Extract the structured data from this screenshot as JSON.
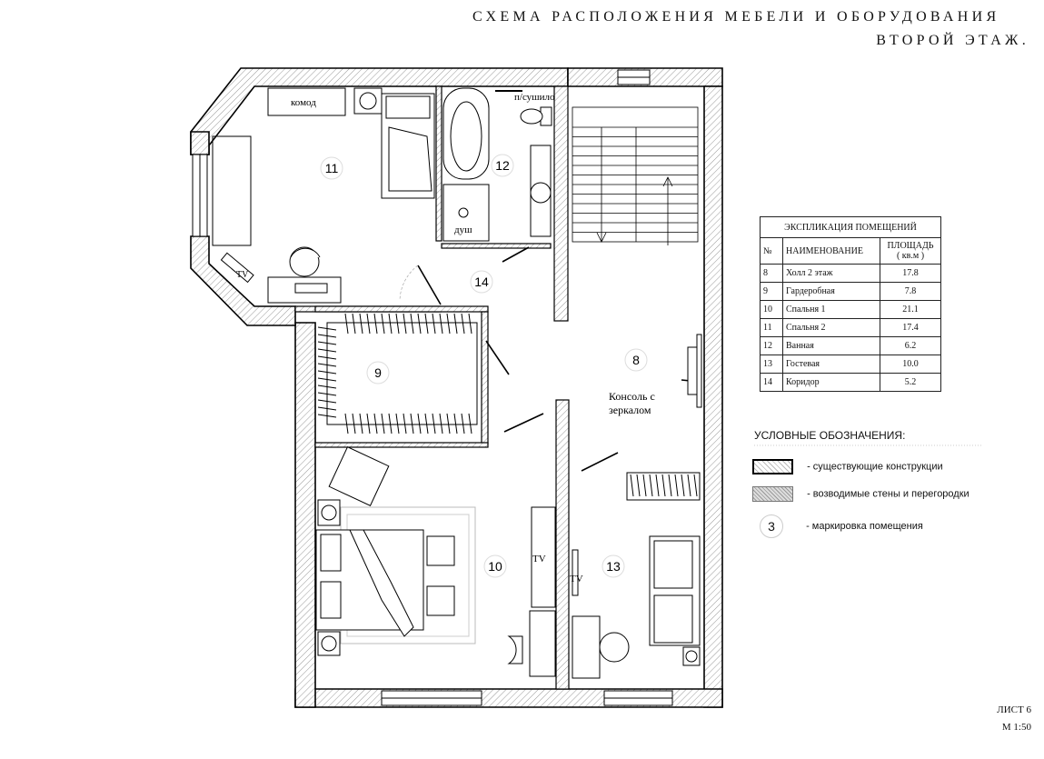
{
  "header": {
    "title_line1": "СХЕМА РАСПОЛОЖЕНИЯ МЕБЕЛИ И ОБОРУДОВАНИЯ",
    "title_line2": "ВТОРОЙ ЭТАЖ."
  },
  "plan": {
    "rooms": [
      {
        "number": "8"
      },
      {
        "number": "9"
      },
      {
        "number": "10"
      },
      {
        "number": "11"
      },
      {
        "number": "12"
      },
      {
        "number": "13"
      },
      {
        "number": "14"
      }
    ],
    "labels": {
      "dresser": "комод",
      "towel_dryer": "п/сушило",
      "shower": "душ",
      "tv": "TV",
      "console_line1": "Консоль с",
      "console_line2": "зеркалом"
    }
  },
  "explication": {
    "title": "ЭКСПЛИКАЦИЯ ПОМЕЩЕНИЙ",
    "col_number": "№",
    "col_name": "НАИМЕНОВАНИЕ",
    "col_area_line1": "ПЛОЩАДЬ",
    "col_area_line2": "( кв.м )",
    "rows": [
      {
        "num": "8",
        "name": "Холл 2 этаж",
        "area": "17.8"
      },
      {
        "num": "9",
        "name": "Гардеробная",
        "area": "7.8"
      },
      {
        "num": "10",
        "name": "Спальня 1",
        "area": "21.1"
      },
      {
        "num": "11",
        "name": "Спальня 2",
        "area": "17.4"
      },
      {
        "num": "12",
        "name": "Ванная",
        "area": "6.2"
      },
      {
        "num": "13",
        "name": "Гостевая",
        "area": "10.0"
      },
      {
        "num": "14",
        "name": "Коридор",
        "area": "5.2"
      }
    ]
  },
  "legend": {
    "title": "УСЛОВНЫЕ ОБОЗНАЧЕНИЯ:",
    "existing": "- существующие конструкции",
    "new_walls": "- возводимые стены и перегородки",
    "room_mark": "- маркировка помещения",
    "room_mark_sample": "3"
  },
  "sheet": {
    "number": "ЛИСТ 6",
    "scale": "М 1:50"
  }
}
